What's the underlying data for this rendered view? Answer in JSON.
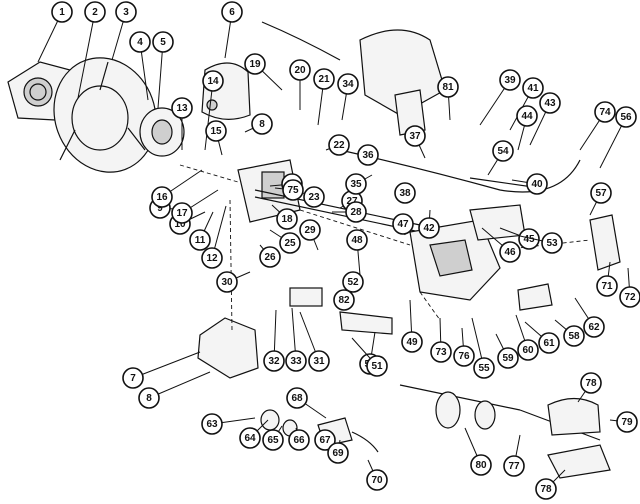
{
  "callouts": [
    "1",
    "2",
    "3",
    "4",
    "5",
    "6",
    "7",
    "8",
    "8",
    "9",
    "10",
    "11",
    "12",
    "13",
    "14",
    "15",
    "16",
    "17",
    "18",
    "19",
    "20",
    "21",
    "22",
    "23",
    "24",
    "25",
    "26",
    "27",
    "28",
    "29",
    "30",
    "31",
    "32",
    "33",
    "34",
    "35",
    "36",
    "37",
    "38",
    "39",
    "40",
    "41",
    "42",
    "43",
    "44",
    "45",
    "46",
    "47",
    "48",
    "49",
    "50",
    "51",
    "52",
    "53",
    "54",
    "55",
    "56",
    "57",
    "58",
    "59",
    "60",
    "61",
    "62",
    "63",
    "64",
    "65",
    "66",
    "67",
    "68",
    "69",
    "70",
    "71",
    "72",
    "73",
    "74",
    "75",
    "76",
    "77",
    "78",
    "78",
    "79",
    "80",
    "81",
    "82"
  ]
}
